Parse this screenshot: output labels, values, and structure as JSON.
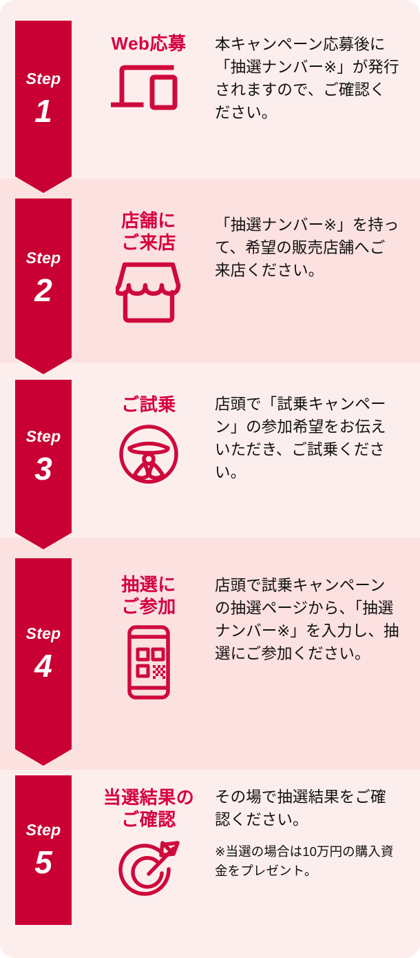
{
  "theme": {
    "banner_red": "#c80033",
    "heading_red": "#d4003f",
    "icon_red": "#ce0a3c",
    "bg_light": "#fdeeee",
    "bg_dark": "#fce1e1",
    "text_black": "#111111"
  },
  "step_word": "Step",
  "steps": [
    {
      "number": "1",
      "heading": "Web応募",
      "icon": "devices-monitor-phone-icon",
      "description": "本キャンペーン応募後に「抽選ナンバー※」が発行されますので、ご確認ください。",
      "note": ""
    },
    {
      "number": "2",
      "heading": "店舗に\nご来店",
      "icon": "storefront-icon",
      "description": "「抽選ナンバー※」を持って、希望の販売店舗へご来店ください。",
      "note": ""
    },
    {
      "number": "3",
      "heading": "ご試乗",
      "icon": "steering-wheel-icon",
      "description": "店頭で「試乗キャンペーン」の参加希望をお伝えいただき、ご試乗ください。",
      "note": ""
    },
    {
      "number": "4",
      "heading": "抽選に\nご参加",
      "icon": "smartphone-qr-icon",
      "description": "店頭で試乗キャンペーンの抽選ページから、「抽選ナンバー※」を入力し、抽選にご参加ください。",
      "note": ""
    },
    {
      "number": "5",
      "heading": "当選結果の\nご確認",
      "icon": "target-arrow-icon",
      "description": "その場で抽選結果をご確認ください。",
      "note": "※当選の場合は10万円の購入資金をプレゼント。"
    }
  ]
}
